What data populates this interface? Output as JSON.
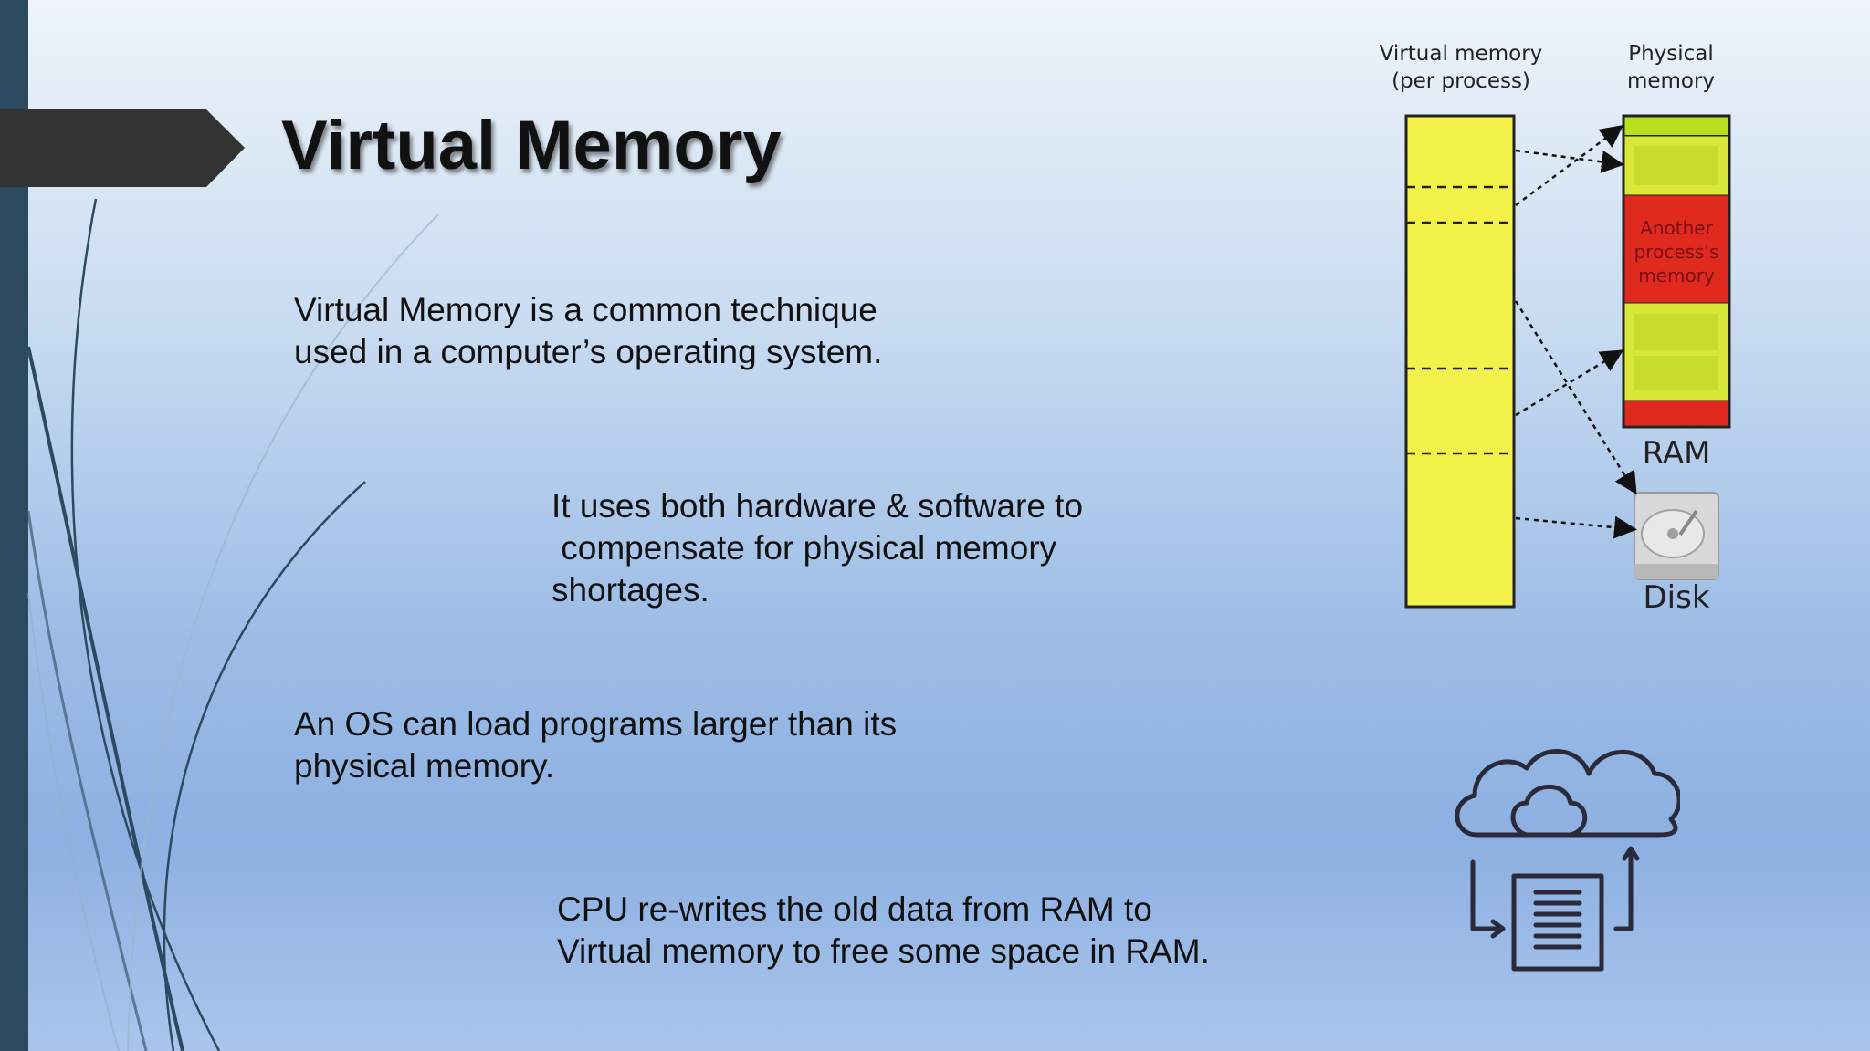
{
  "slide": {
    "title": "Virtual Memory",
    "paragraphs": [
      "Virtual Memory is a common technique\nused in a computer’s operating system.",
      "It uses both hardware & software to\n compensate for physical memory\nshortages.",
      "An OS can load programs larger than its\nphysical memory.",
      "CPU re-writes the old data from RAM to\nVirtual memory to free some space in RAM."
    ]
  },
  "diagram": {
    "virtual_label": "Virtual memory\n(per process)",
    "physical_label": "Physical\nmemory",
    "other_process_lines": [
      "Another",
      "process's",
      "memory"
    ],
    "ram_label": "RAM",
    "disk_label": "Disk",
    "colors": {
      "virtual_fill": "#f2f24a",
      "ram_green": "#b8e01e",
      "ram_yellow": "#d9e838",
      "ram_red": "#e02a20",
      "outline": "#222222"
    }
  },
  "icons": {
    "title_banner": "arrow-banner-shape",
    "cloud": "cloud-sync-document-icon",
    "disk": "hard-disk-icon"
  }
}
